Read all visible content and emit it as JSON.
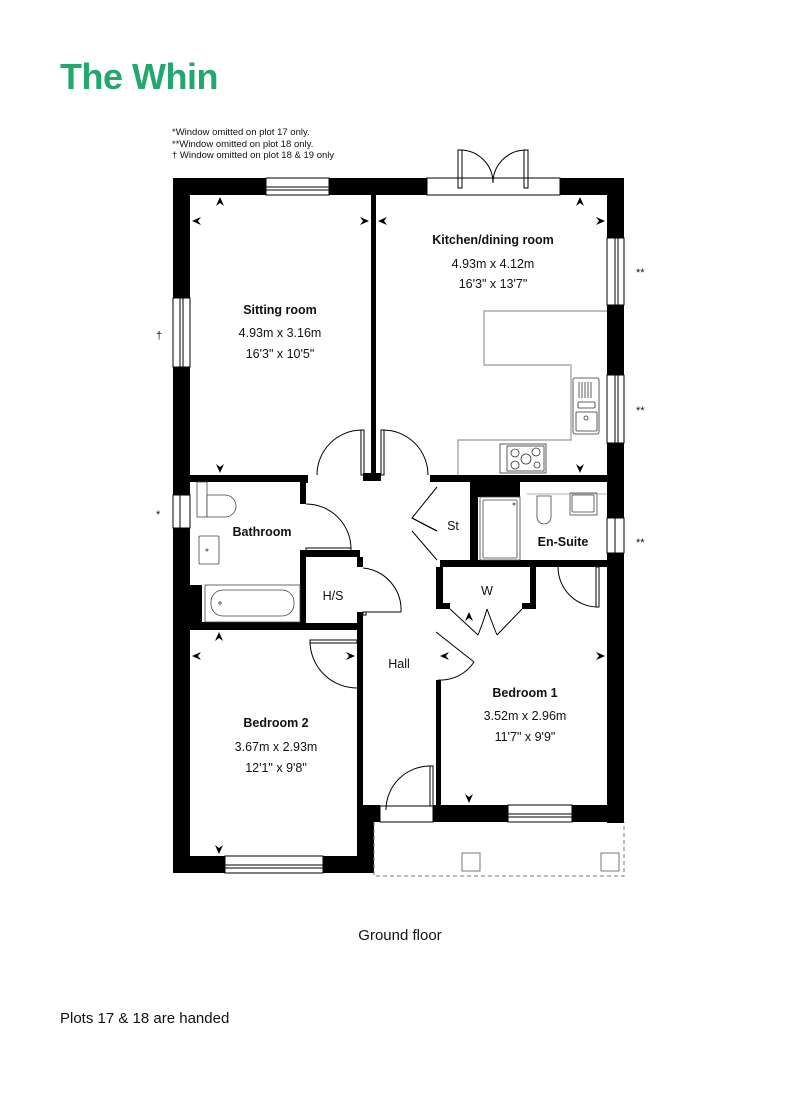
{
  "header": {
    "title": "The Whin"
  },
  "notes": [
    "*Window omitted on plot 17 only.",
    "**Window omitted on plot 18 only.",
    "† Window omitted on plot 18 & 19 only"
  ],
  "rooms": {
    "sitting": {
      "name": "Sitting room",
      "metric": "4.93m x 3.16m",
      "imperial": "16'3\" x 10'5\""
    },
    "kitchen": {
      "name": "Kitchen/dining room",
      "metric": "4.93m x 4.12m",
      "imperial": "16'3\" x 13'7\""
    },
    "bathroom": {
      "name": "Bathroom"
    },
    "hs": {
      "name": "H/S"
    },
    "st": {
      "name": "St"
    },
    "ensuite": {
      "name": "En-Suite"
    },
    "wardrobe": {
      "name": "W"
    },
    "hall": {
      "name": "Hall"
    },
    "bedroom1": {
      "name": "Bedroom 1",
      "metric": "3.52m x 2.96m",
      "imperial": "11'7\" x 9'9\""
    },
    "bedroom2": {
      "name": "Bedroom 2",
      "metric": "3.67m x 2.93m",
      "imperial": "12'1\" x 9'8\""
    }
  },
  "markers": {
    "single": "*",
    "double": "**",
    "dagger": "†"
  },
  "footer": {
    "floor_label": "Ground floor",
    "handed_note": "Plots 17 & 18 are handed"
  },
  "colors": {
    "brand": "#22a86e",
    "wall": "#000000"
  }
}
